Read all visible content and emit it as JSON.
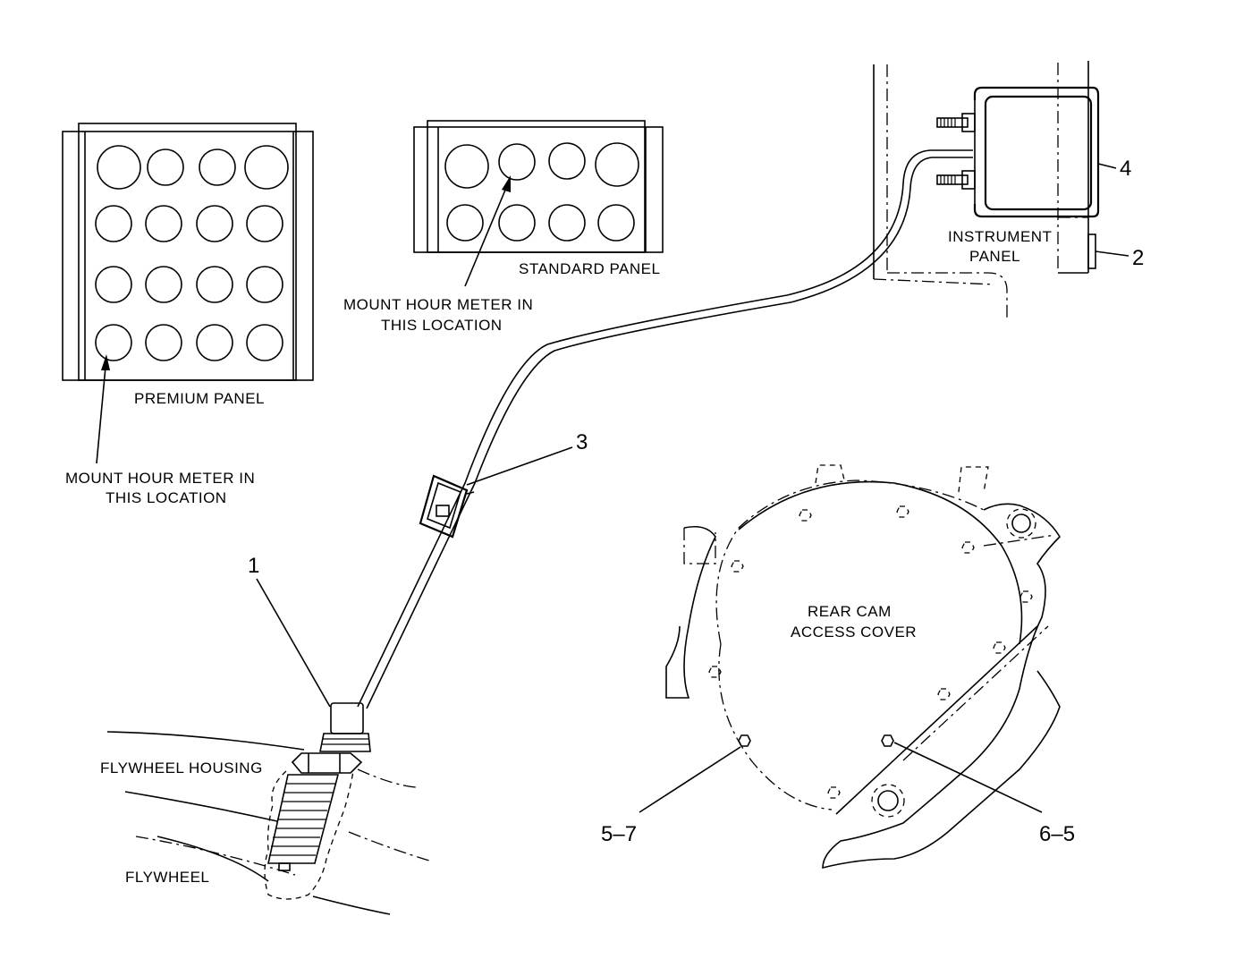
{
  "labels": {
    "premium_panel": "PREMIUM  PANEL",
    "standard_panel": "STANDARD  PANEL",
    "mount_premium_line1": "MOUNT  HOUR  METER  IN",
    "mount_premium_line2": "THIS  LOCATION",
    "mount_standard_line1": "MOUNT  HOUR  METER  IN",
    "mount_standard_line2": "THIS  LOCATION",
    "instrument_panel_line1": "INSTRUMENT",
    "instrument_panel_line2": "PANEL",
    "rear_cam_line1": "REAR  CAM",
    "rear_cam_line2": "ACCESS  COVER",
    "flywheel_housing": "FLYWHEEL  HOUSING",
    "flywheel": "FLYWHEEL"
  },
  "callouts": {
    "c1": "1",
    "c2": "2",
    "c3": "3",
    "c4": "4",
    "c5": "5–7",
    "c6": "6–5"
  }
}
